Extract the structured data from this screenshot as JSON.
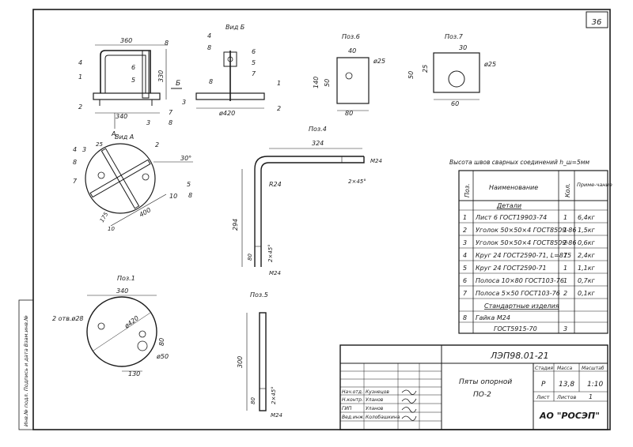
{
  "sheet_number": "36",
  "weld_note": "Высота швов сварных соединений h_ш=5мм",
  "views": {
    "main": {
      "width_top": "360",
      "width_bottom": "340",
      "height": "330",
      "leaders": [
        "1",
        "2",
        "3",
        "4",
        "5",
        "6",
        "7",
        "8",
        "8"
      ],
      "section_mark": "Б"
    },
    "view_b": {
      "title": "Вид Б",
      "top_labels": [
        "4",
        "8"
      ],
      "side_labels": [
        "6",
        "5",
        "7",
        "1",
        "2"
      ],
      "inner": [
        "8",
        "3"
      ],
      "diameter": "ø420"
    },
    "view_a": {
      "title": "Вид А",
      "labels": [
        "4",
        "3",
        "8",
        "7",
        "2",
        "5",
        "10",
        "8"
      ],
      "dims": [
        "25",
        "400",
        "175",
        "10"
      ],
      "angle": "30°"
    },
    "poz1": {
      "title": "Поз.1",
      "width": "340",
      "diameter": "ø420",
      "holes": "2 отв.ø28",
      "dim_80": "80",
      "dim_130": "130",
      "hole_d": "ø50"
    },
    "poz4": {
      "title": "Поз.4",
      "length": "324",
      "height": "294",
      "bend_r": "R24",
      "chamfer": "2×45°",
      "end_len": "80",
      "chamfer2": "2×45°",
      "thread": "М24",
      "side": "М24"
    },
    "poz5": {
      "title": "Поз.5",
      "height": "300",
      "end_len": "80",
      "chamfer": "2×45°",
      "thread": "М24"
    },
    "poz6": {
      "title": "Поз.6",
      "hole": "ø25",
      "top": "40",
      "height": "140",
      "mid": "50",
      "bottom": "80"
    },
    "poz7": {
      "title": "Поз.7",
      "top": "30",
      "hole": "ø25",
      "height": "50",
      "side": "25",
      "bottom": "60"
    }
  },
  "spec": {
    "headers": [
      "Поз.",
      "Наименование",
      "Кол.",
      "Приме-чание"
    ],
    "section_details": "Детали",
    "rows": [
      {
        "pos": "1",
        "name": "Лист 6 ГОСТ19903-74",
        "qty": "1",
        "note": "6,4кг"
      },
      {
        "pos": "2",
        "name": "Уголок 50×50×4 ГОСТ8509-86",
        "qty": "1",
        "note": "1,5кг"
      },
      {
        "pos": "3",
        "name": "Уголок 50×50×4 ГОСТ8509-86",
        "qty": "2",
        "note": "0,6кг"
      },
      {
        "pos": "4",
        "name": "Круг 24 ГОСТ2590-71, L=875",
        "qty": "1",
        "note": "2,4кг"
      },
      {
        "pos": "5",
        "name": "Круг 24 ГОСТ2590-71",
        "qty": "1",
        "note": "1,1кг"
      },
      {
        "pos": "6",
        "name": "Полоса 10×80 ГОСТ103-76",
        "qty": "1",
        "note": "0,7кг"
      },
      {
        "pos": "7",
        "name": "Полоса 5×50 ГОСТ103-76",
        "qty": "2",
        "note": "0,1кг"
      }
    ],
    "section_std": "Стандартные изделия",
    "std_rows": [
      {
        "pos": "8",
        "name": "Гайка М24",
        "qty": "",
        "note": ""
      },
      {
        "pos": "",
        "name": "ГОСТ5915-70",
        "qty": "3",
        "note": ""
      }
    ]
  },
  "title_block": {
    "doc_code": "ЛЭП98.01-21",
    "name_line1": "Пяты опорной",
    "name_line2": "ПО-2",
    "stage_label": "Стадия",
    "stage": "Р",
    "mass_label": "Масса",
    "mass": "13,8",
    "scale_label": "Масштаб",
    "scale": "1:10",
    "sheet_label": "Лист",
    "sheets_label": "Листов",
    "sheets": "1",
    "org": "АО \"РОСЭП\"",
    "roles": [
      {
        "role": "Нач.отд.",
        "name": "Кузнецов"
      },
      {
        "role": "Н.контр.",
        "name": "Уланов"
      },
      {
        "role": "ГИП",
        "name": "Уланов"
      },
      {
        "role": "Вед.инж.",
        "name": "Колобашкина"
      }
    ]
  },
  "side_stamp": "Инв.№ подл.  Подпись и дата  Взам.инв.№"
}
